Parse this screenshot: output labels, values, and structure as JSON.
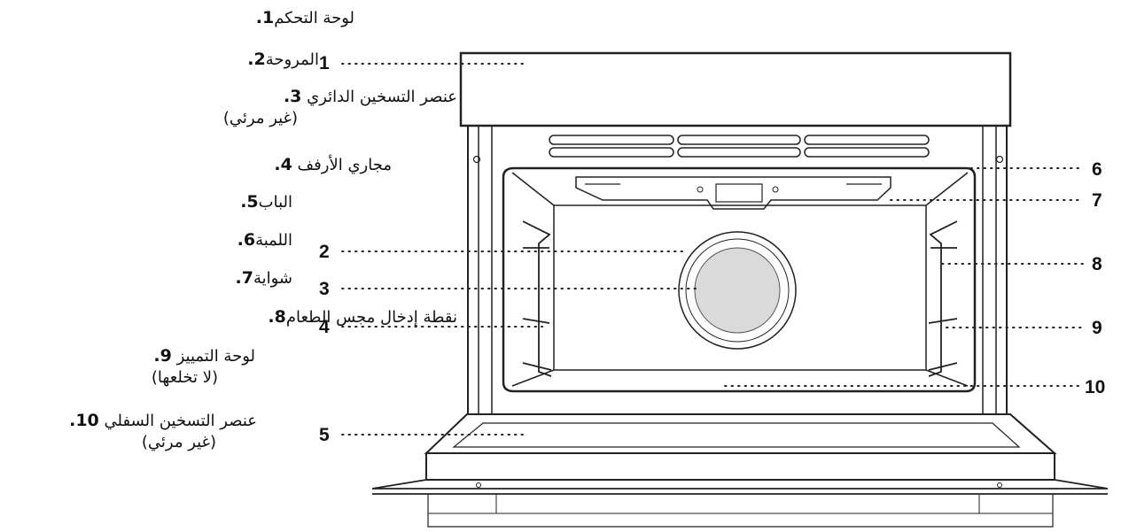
{
  "legend": [
    {
      "num": "1.",
      "text": "لوحة التحكم",
      "note": ""
    },
    {
      "num": "2.",
      "text": "المروحة",
      "note": ""
    },
    {
      "num": "3.",
      "text": "عنصر التسخين الدائري",
      "note": "(غير مرئي)"
    },
    {
      "num": "4.",
      "text": "مجاري الأرفف",
      "note": ""
    },
    {
      "num": "5.",
      "text": "الباب",
      "note": ""
    },
    {
      "num": "6.",
      "text": "اللمبة",
      "note": ""
    },
    {
      "num": "7.",
      "text": "شواية",
      "note": ""
    },
    {
      "num": "8.",
      "text": "نقطة إدخال مجس الطعام",
      "note": ""
    },
    {
      "num": "9.",
      "text": "لوحة التمييز",
      "note": "(لا تخلعها)"
    },
    {
      "num": "10.",
      "text": "عنصر التسخين السفلي",
      "note": "(غير مرئي)"
    }
  ],
  "callouts": [
    "1",
    "2",
    "3",
    "4",
    "5",
    "6",
    "7",
    "8",
    "9",
    "10"
  ]
}
